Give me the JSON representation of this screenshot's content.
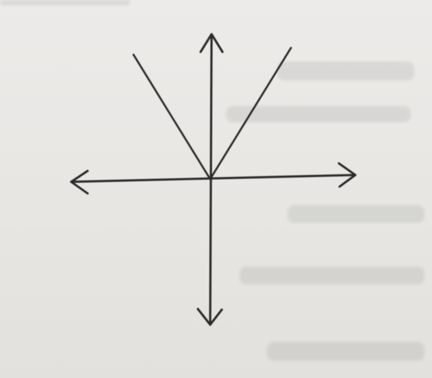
{
  "diagram": {
    "kind": "v-shaped graph on x-y axes with arrowheads",
    "ink_color": "#2b2b2b",
    "paper_color": "#e9e9e7",
    "bleed_text_color": "#8a8a88",
    "axes": {
      "x_arrows": "both-ends",
      "y_arrows": "both-ends"
    },
    "graph": {
      "vertex": "origin",
      "left_branch_arrow": false,
      "right_branch_arrow": false
    }
  }
}
